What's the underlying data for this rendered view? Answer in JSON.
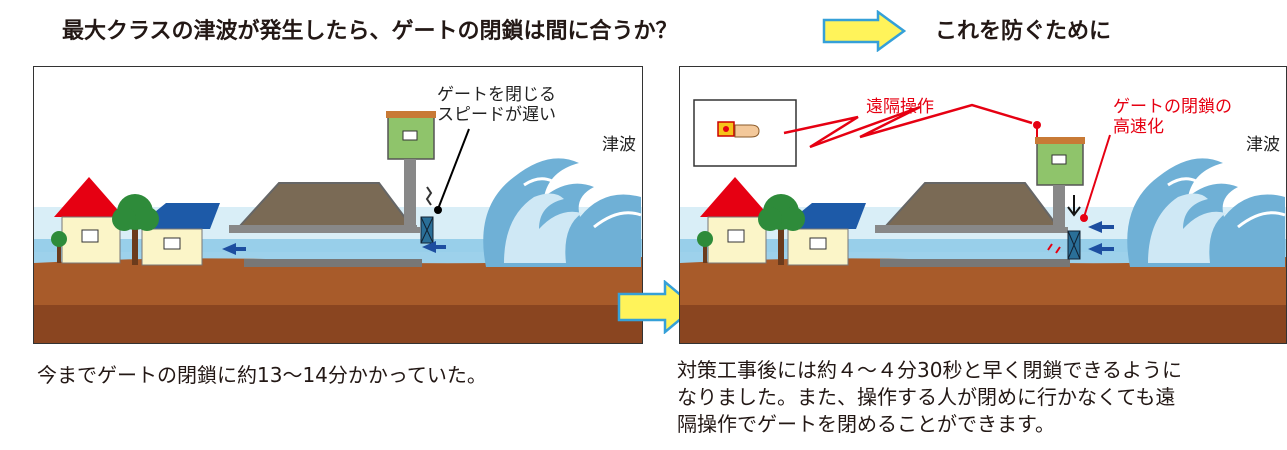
{
  "header": {
    "question": "最大クラスの津波が発生したら、ゲートの閉鎖は間に合うか？",
    "answer": "これを防ぐために"
  },
  "left_panel": {
    "annotation_line1": "ゲートを閉じる",
    "annotation_line2": "スピードが遅い",
    "tsunami_label": "津波"
  },
  "right_panel": {
    "remote_label": "遠隔操作",
    "speedup_line1": "ゲートの閉鎖の",
    "speedup_line2": "高速化",
    "tsunami_label": "津波"
  },
  "captions": {
    "before": "今までゲートの閉鎖に約13〜14分かかっていた。",
    "after_line1": "対策工事後には約４〜４分30秒と早く閉鎖できるように",
    "after_line2": "なりました。また、操作する人が閉めに行かなくても遠",
    "after_line3": "隔操作でゲートを閉めることができます。"
  },
  "colors": {
    "arrow_fill": "#fff35a",
    "arrow_stroke": "#35a0d8",
    "accent_red": "#e60012",
    "ground_brown": "#a85b2a",
    "sky_blue": "#d9eef7",
    "water_blue": "#8cc9e8"
  }
}
